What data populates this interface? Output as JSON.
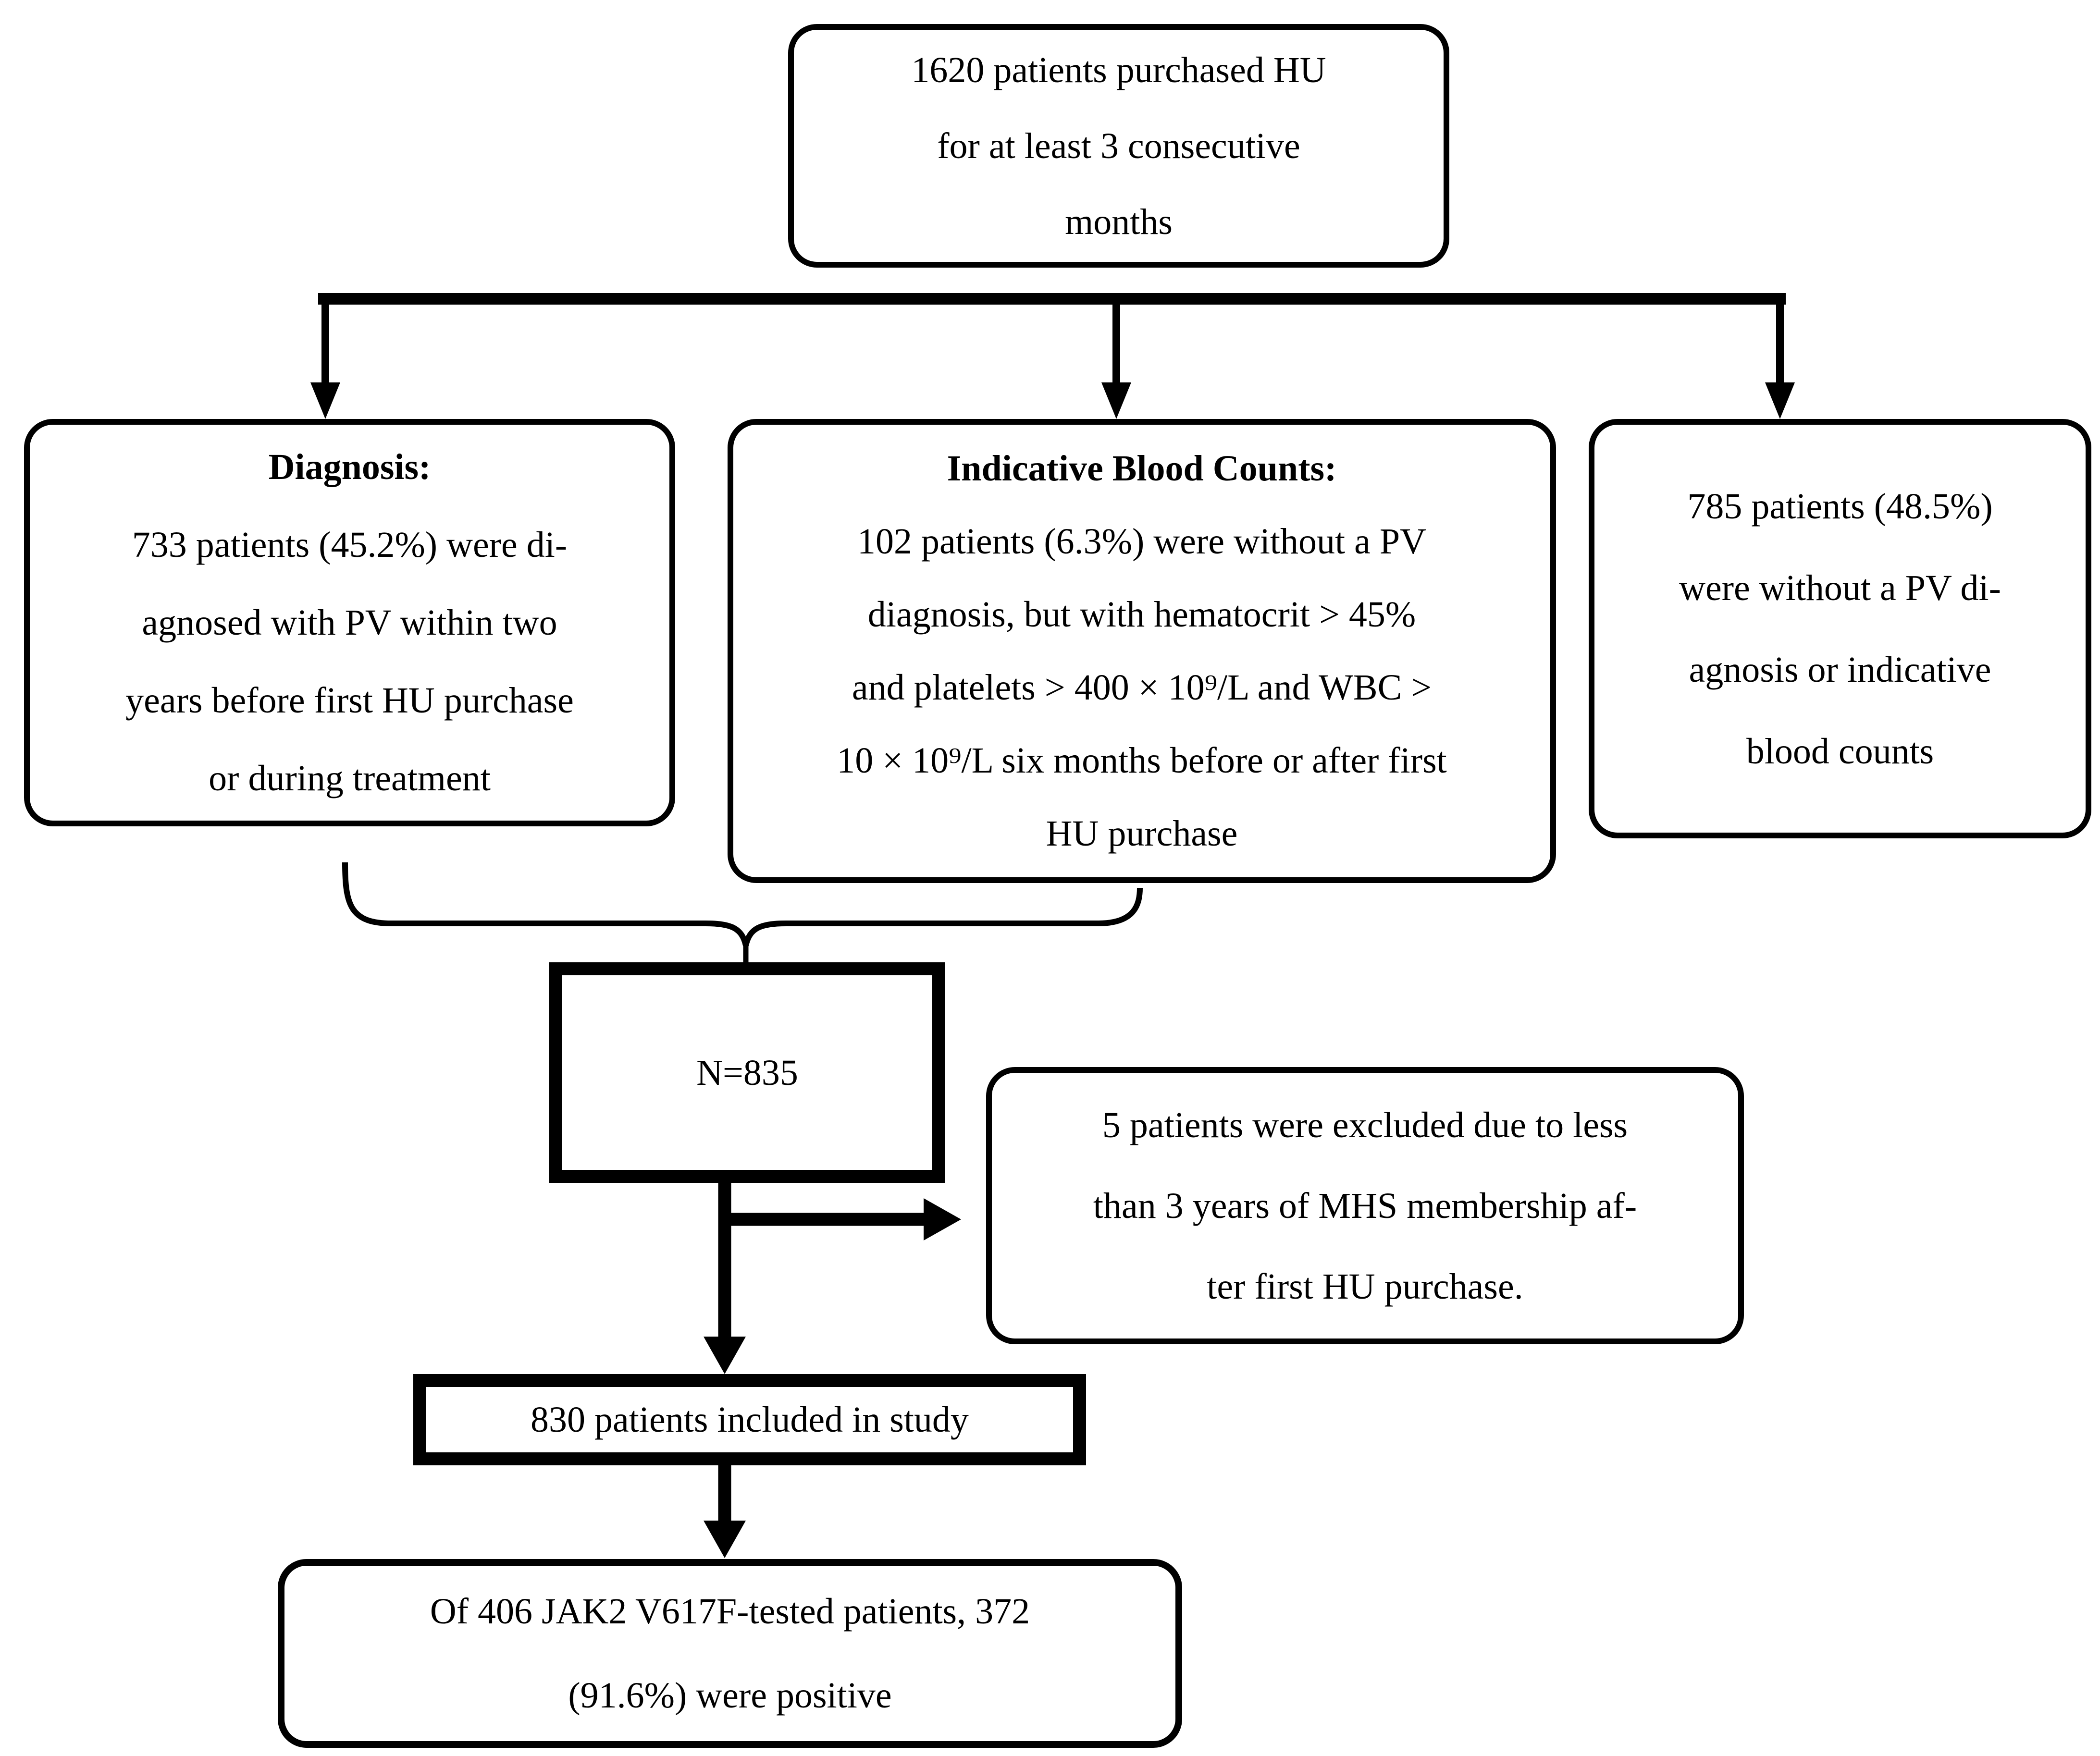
{
  "figure": {
    "background_color": "#ffffff",
    "line_color": "#000000"
  },
  "boxes": {
    "top": {
      "lines": [
        "1620 patients purchased HU",
        "for at least 3 consecutive",
        "months"
      ]
    },
    "diagnosis": {
      "heading": "Diagnosis:",
      "lines": [
        "733 patients (45.2%) were di-",
        "agnosed with PV within two",
        "years before first HU purchase",
        "or during treatment"
      ]
    },
    "blood_counts": {
      "heading": "Indicative Blood Counts:",
      "lines": [
        "102 patients (6.3%) were without a PV",
        "diagnosis, but with hematocrit > 45%",
        "and platelets > 400 × 10⁹/L and WBC >",
        "10 × 10⁹/L six months before or after first",
        "HU purchase"
      ]
    },
    "no_pv": {
      "lines": [
        "785 patients (48.5%)",
        "were without a PV di-",
        "agnosis or indicative",
        "blood counts"
      ]
    },
    "n_total": {
      "label": "N=835"
    },
    "excluded": {
      "lines": [
        "5 patients were excluded due to less",
        "than 3 years of MHS membership af-",
        "ter first HU purchase."
      ]
    },
    "included": {
      "label": "830 patients included in study"
    },
    "jak2": {
      "lines": [
        "Of 406 JAK2 V617F-tested patients, 372",
        "(91.6%) were positive"
      ]
    }
  }
}
